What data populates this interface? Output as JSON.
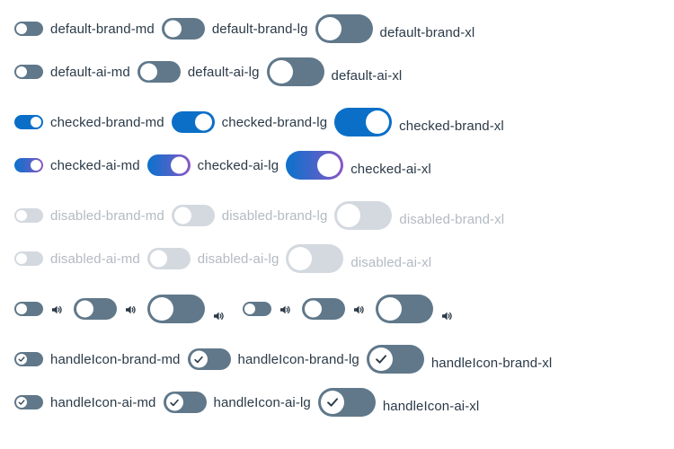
{
  "rows": {
    "default_brand": [
      "default-brand-md",
      "default-brand-lg",
      "default-brand-xl"
    ],
    "default_ai": [
      "default-ai-md",
      "default-ai-lg",
      "default-ai-xl"
    ],
    "checked_brand": [
      "checked-brand-md",
      "checked-brand-lg",
      "checked-brand-xl"
    ],
    "checked_ai": [
      "checked-ai-md",
      "checked-ai-lg",
      "checked-ai-xl"
    ],
    "disabled_brand": [
      "disabled-brand-md",
      "disabled-brand-lg",
      "disabled-brand-xl"
    ],
    "disabled_ai": [
      "disabled-ai-md",
      "disabled-ai-lg",
      "disabled-ai-xl"
    ],
    "handle_brand": [
      "handleIcon-brand-md",
      "handleIcon-brand-lg",
      "handleIcon-brand-xl"
    ],
    "handle_ai": [
      "handleIcon-ai-md",
      "handleIcon-ai-lg",
      "handleIcon-ai-xl"
    ]
  },
  "icons": {
    "speaker": "speaker-icon",
    "check": "check-icon"
  },
  "colors": {
    "off": "#60788a",
    "brand": "#0b6fc8",
    "ai_gradient": [
      "#0b72cc",
      "#8c56c6"
    ],
    "disabled": "#d3d9df",
    "text": "#2b3a48",
    "text_disabled": "#b3bac2"
  }
}
